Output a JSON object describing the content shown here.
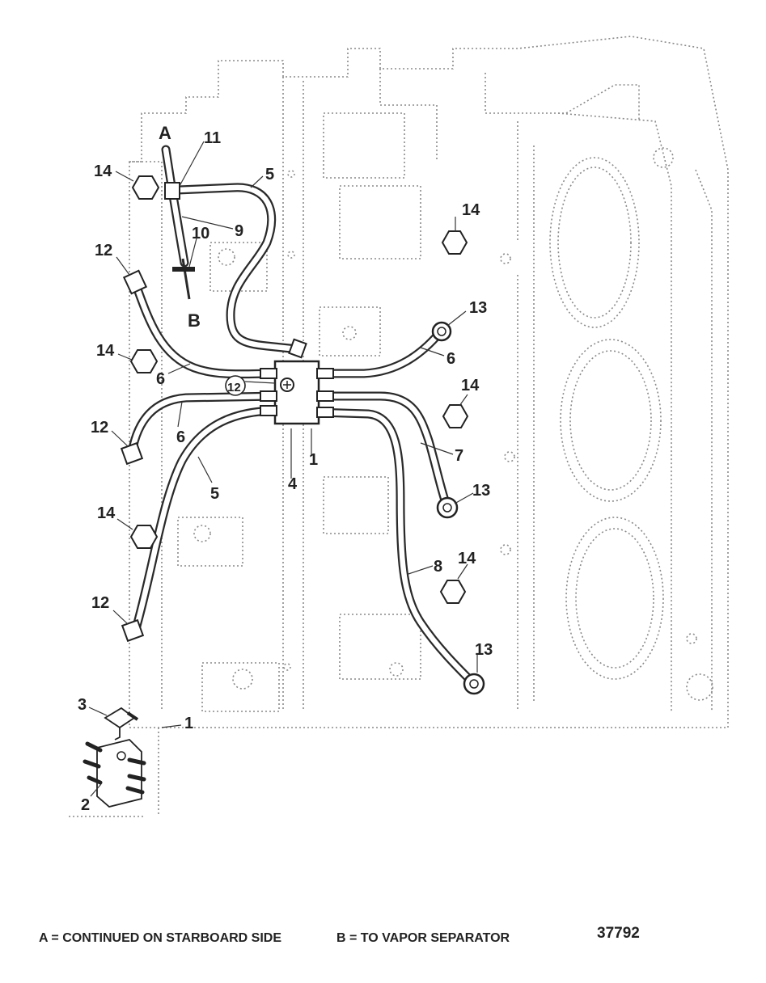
{
  "diagram": {
    "part_number": "37792",
    "letters": {
      "a": "A",
      "b": "B"
    },
    "callouts": {
      "c1_main": "1",
      "c1_small": "1",
      "c2": "2",
      "c3": "3",
      "c4": "4",
      "c5_top": "5",
      "c5_bottom": "5",
      "c6_left": "6",
      "c6_right": "6",
      "c6_lower": "6",
      "c7": "7",
      "c8": "8",
      "c9": "9",
      "c10": "10",
      "c11": "11",
      "c12_a": "12",
      "c12_b": "12",
      "c12_c": "12",
      "c12_circled": "12",
      "c13_a": "13",
      "c13_b": "13",
      "c13_c": "13",
      "c14_a": "14",
      "c14_b": "14",
      "c14_c": "14",
      "c14_d": "14",
      "c14_e": "14",
      "c14_f": "14"
    }
  },
  "legend": {
    "a_note": "A = CONTINUED ON STARBOARD SIDE",
    "b_note": "B = TO VAPOR SEPARATOR"
  }
}
